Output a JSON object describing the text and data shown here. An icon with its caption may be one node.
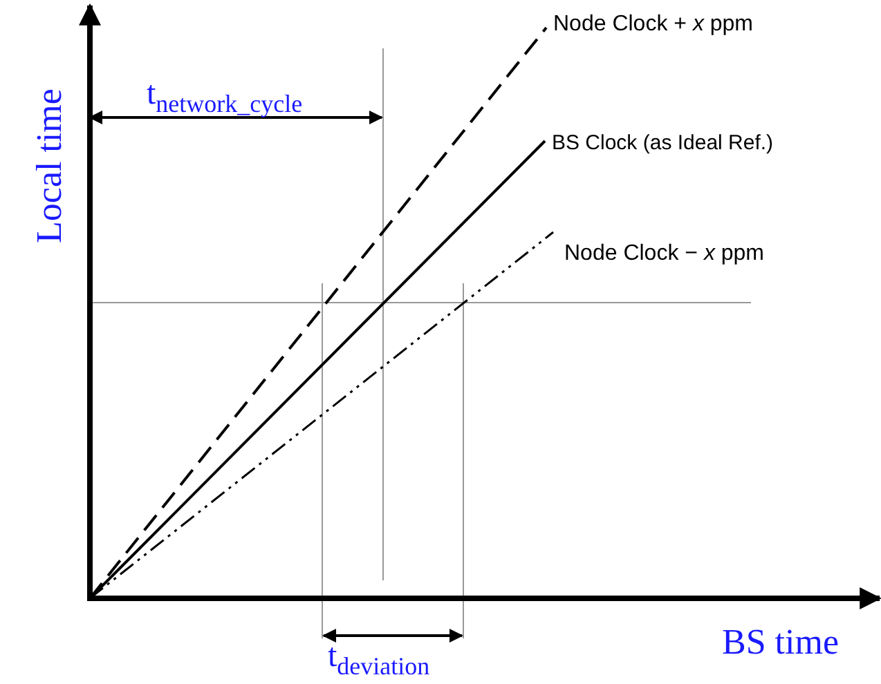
{
  "diagram": {
    "labels": [
      "Node Clock + *x* ppm",
      "t$_{network_cycle}$",
      "BS Clock (as Ideal Ref.)",
      "Local time",
      "Node Clock − *x* ppm",
      "t$_{deviation}$",
      "BS time"
    ]
  }
}
